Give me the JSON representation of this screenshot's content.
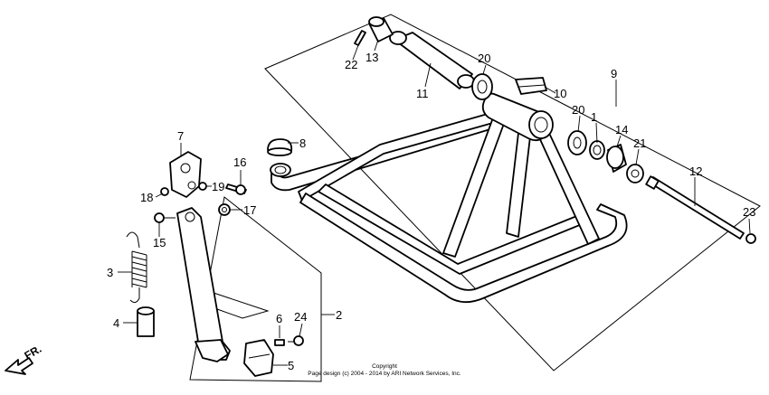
{
  "callouts": {
    "c1": "1",
    "c2": "2",
    "c3": "3",
    "c4": "4",
    "c5": "5",
    "c6": "6",
    "c7": "7",
    "c8": "8",
    "c9": "9",
    "c10": "10",
    "c11": "11",
    "c12": "12",
    "c13": "13",
    "c14": "14",
    "c15": "15",
    "c16": "16",
    "c17": "17",
    "c18": "18",
    "c19": "19",
    "c20a": "20",
    "c20b": "20",
    "c21": "21",
    "c22": "22",
    "c23": "23",
    "c24": "24"
  },
  "front_marker": "FR.",
  "copyright": {
    "line1": "Copyright",
    "line2": "Page design (c) 2004 - 2014 by ARI Network Services, Inc."
  }
}
